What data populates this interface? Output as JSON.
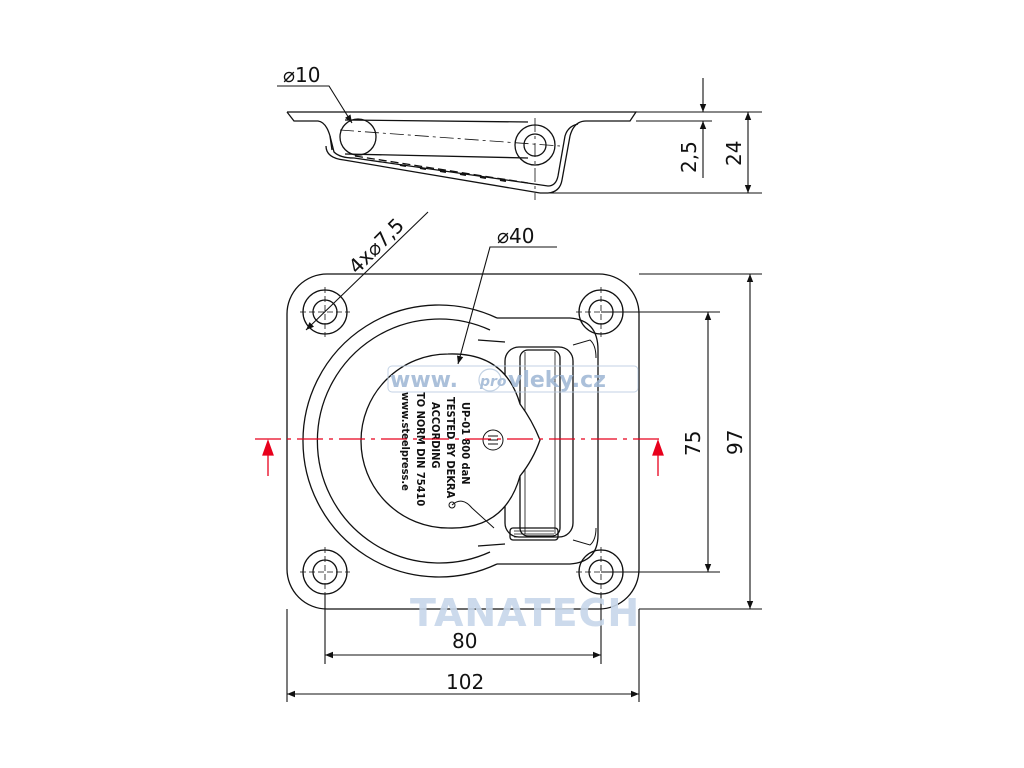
{
  "dimensions": {
    "hole_diameter_side": "⌀10",
    "mount_holes": "4x⌀7,5",
    "ring_diameter": "⌀40",
    "plate_thickness": "2,5",
    "total_height": "24",
    "hole_spacing_vertical": "75",
    "plate_height": "97",
    "hole_spacing_horizontal": "80",
    "plate_width": "102"
  },
  "label": {
    "line1": "UP-01 800 daN",
    "line2": "TESTED BY DEKRA",
    "line3": "ACCORDING",
    "line4": "TO NORM DIN 75410",
    "line5": "www.steelpress.e"
  },
  "watermarks": {
    "site_left": "www.",
    "site_mid": "pro",
    "site_right": "vleky.cz",
    "brand": "TANATECH"
  },
  "colors": {
    "line": "#111111",
    "section_mark": "#e8001c",
    "watermark": "#9db6d4"
  }
}
